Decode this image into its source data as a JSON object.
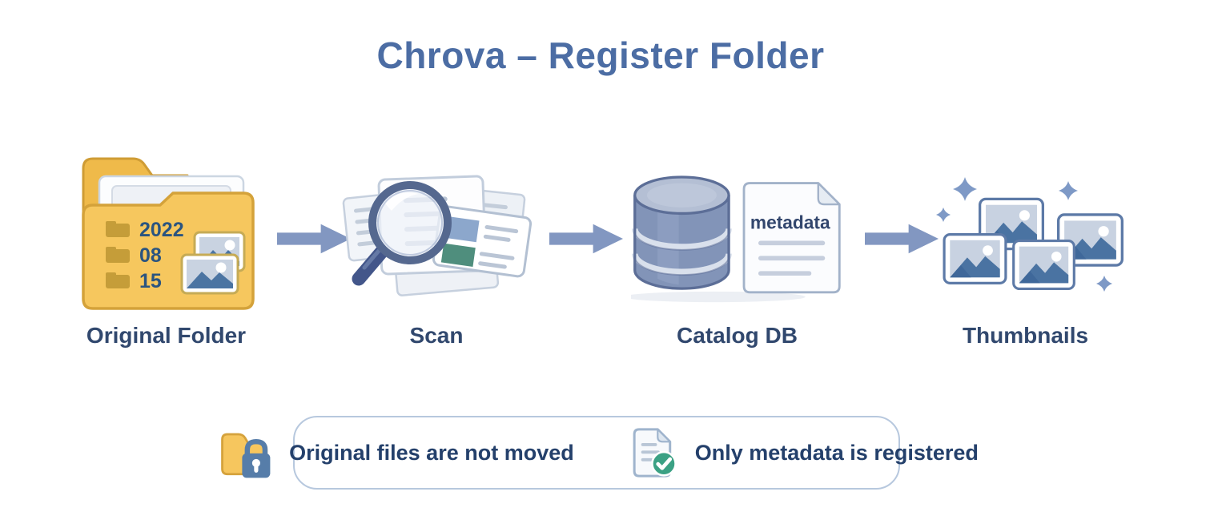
{
  "title": "Chrova – Register Folder",
  "stages": [
    {
      "label": "Original Folder",
      "icon": "folder-photos-icon"
    },
    {
      "label": "Scan",
      "icon": "scan-magnifier-icon"
    },
    {
      "label": "Catalog DB",
      "icon": "database-metadata-icon"
    },
    {
      "label": "Thumbnails",
      "icon": "thumbnails-icon"
    }
  ],
  "folder_contents": {
    "subfolders": [
      "2022",
      "08",
      "15"
    ]
  },
  "catalog_doc_label": "metadata",
  "notes": [
    {
      "icon": "folder-lock-icon",
      "text": "Original files are not moved"
    },
    {
      "icon": "document-check-icon",
      "text": "Only metadata is registered"
    }
  ],
  "colors": {
    "title_blue": "#4c6da4",
    "label_navy": "#31486e",
    "arrow_blue": "#8297c1",
    "folder_yellow": "#f6c75e",
    "folder_border": "#d4a23a",
    "database_blue": "#8294b8",
    "photo_mountain_blue": "#4a73a2",
    "check_green": "#3ba184",
    "lock_blue": "#567da9",
    "panel_border": "#b7c8de"
  }
}
